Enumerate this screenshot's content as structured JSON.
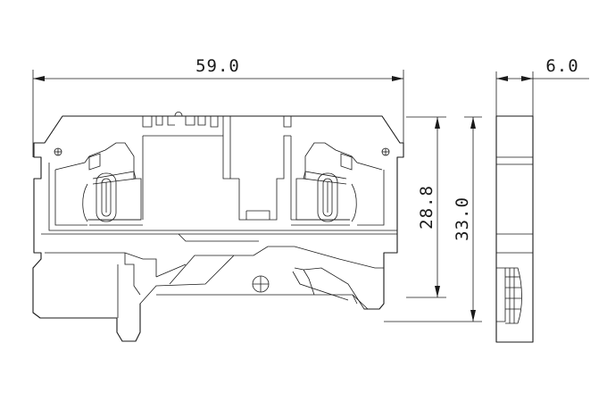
{
  "dimensions": {
    "width": "59.0",
    "depth": "6.0",
    "height_inner": "28.8",
    "height_outer": "33.0"
  }
}
